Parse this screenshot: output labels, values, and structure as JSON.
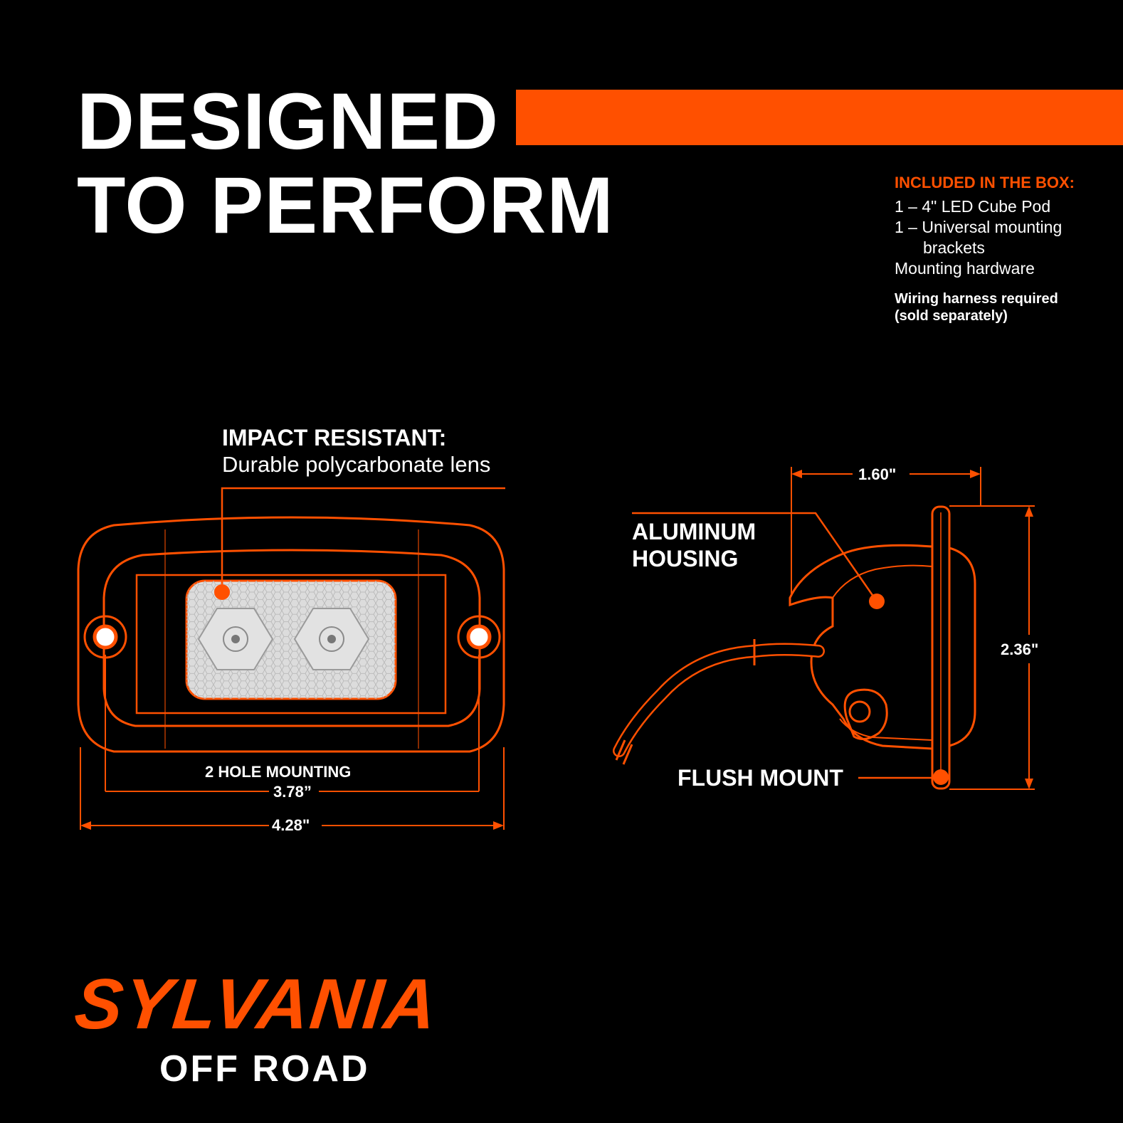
{
  "headline": {
    "line1": "DESIGNED",
    "line2": "TO PERFORM"
  },
  "box": {
    "heading": "INCLUDED IN THE BOX:",
    "items": {
      "item1": "1 – 4\" LED Cube Pod",
      "item2a": "1 – Universal mounting",
      "item2b": "brackets",
      "item3": "Mounting hardware"
    },
    "note": {
      "line1": "Wiring harness required",
      "line2": "(sold separately)"
    }
  },
  "callouts": {
    "impact_title": "IMPACT RESISTANT:",
    "impact_desc": "Durable polycarbonate lens",
    "housing_line1": "ALUMINUM",
    "housing_line2": "HOUSING",
    "flush": "FLUSH MOUNT"
  },
  "dimensions": {
    "mounting_label": "2 HOLE MOUNTING",
    "mounting_width": "3.78”",
    "overall_width": "4.28\"",
    "depth": "1.60\"",
    "height": "2.36\""
  },
  "brand": {
    "name": "SYLVANIA",
    "sub": "OFF ROAD"
  },
  "colors": {
    "accent": "#ff5000",
    "background": "#000000",
    "text": "#ffffff",
    "lens": "#dcdcdc"
  }
}
